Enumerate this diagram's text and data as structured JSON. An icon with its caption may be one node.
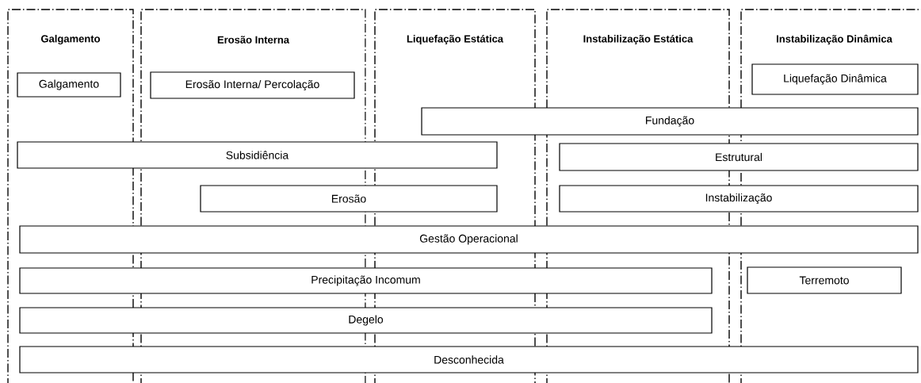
{
  "diagram": {
    "nodes": [
      {
        "text": [
          "Galgamento"
        ]
      },
      {
        "text": [
          "Erosão Interna"
        ]
      },
      {
        "text": [
          "Liquefação Estática"
        ]
      },
      {
        "text": [
          "Instabilização Estática"
        ]
      },
      {
        "text": [
          "Instabilização Dinâmica"
        ]
      },
      {
        "text": [
          "Galgamento"
        ],
        "in": 0
      },
      {
        "text": [
          "Erosão Interna/ Percolação"
        ],
        "in": 1
      },
      {
        "text": [
          "Liquefação Dinâmica"
        ],
        "in": 4
      },
      {
        "text": [
          "Fundação"
        ]
      },
      {
        "text": [
          "Subsidiência"
        ]
      },
      {
        "text": [
          "Estrutural"
        ]
      },
      {
        "text": [
          "Erosão"
        ]
      },
      {
        "text": [
          "Instabilização"
        ]
      },
      {
        "text": [
          "Gestão Operacional"
        ]
      },
      {
        "text": [
          "Precipitação Incomum"
        ]
      },
      {
        "text": [
          "Terremoto"
        ],
        "in": 4
      },
      {
        "text": [
          "Degelo"
        ]
      },
      {
        "text": [
          "Desconhecida"
        ]
      }
    ]
  }
}
